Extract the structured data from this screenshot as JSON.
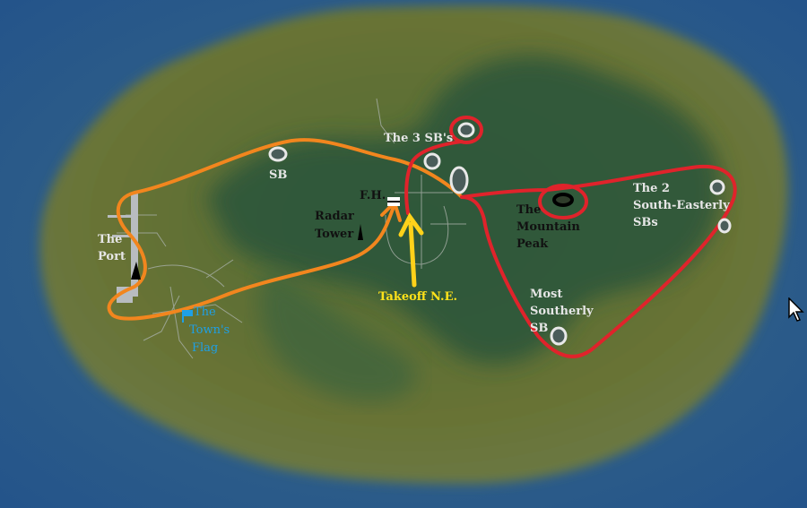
{
  "labels": {
    "sb_north": "SB",
    "three_sbs": "The 3 SB's",
    "fh": "F.H.",
    "radar_1": "Radar",
    "radar_2": "Tower",
    "port_1": "The",
    "port_2": "Port",
    "towns_flag_1": "The",
    "towns_flag_2": "Town's",
    "towns_flag_3": "Flag",
    "mountain_1": "The",
    "mountain_2": "Mountain",
    "mountain_3": "Peak",
    "se_sbs_1": "The 2",
    "se_sbs_2": "South-Easterly",
    "se_sbs_3": "SBs",
    "most_southerly_1": "Most",
    "most_southerly_2": "Southerly",
    "most_southerly_3": "SB",
    "takeoff": "Takeoff N.E."
  },
  "colors": {
    "ocean": "#2a5a86",
    "land": "#5f7034",
    "highland": "#2f5a3c",
    "orange_route": "#f2861e",
    "red_route": "#e0232b",
    "yellow_arrow": "#ffd21a",
    "town_blue": "#1ea0e6"
  },
  "icons": [
    "sb-marker-icon",
    "radar-tower-icon",
    "port-ship-icon",
    "flag-icon",
    "mountain-peak-icon",
    "mouse-cursor-icon",
    "field-hangar-icon"
  ]
}
